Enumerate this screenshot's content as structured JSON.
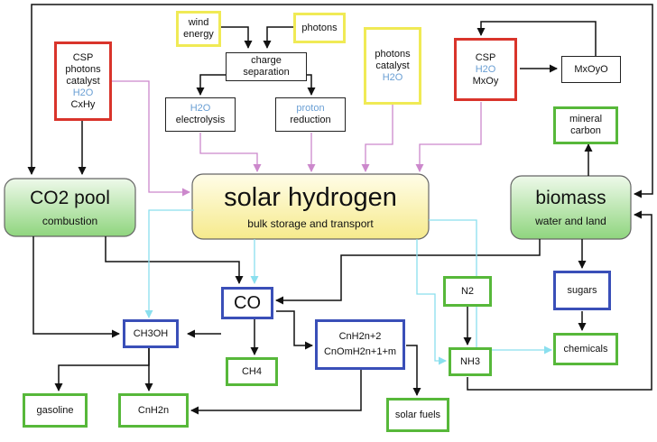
{
  "nodes": {
    "csp_left": {
      "lines": [
        "CSP",
        "photons",
        "catalyst",
        "H2O",
        "CxHy"
      ]
    },
    "wind": {
      "lines": [
        "wind",
        "energy"
      ]
    },
    "photons_top": {
      "label": "photons"
    },
    "charge_sep": {
      "lines": [
        "charge",
        "separation"
      ]
    },
    "electrolysis": {
      "lines": [
        "H2O",
        "electrolysis"
      ]
    },
    "proton_red": {
      "lines": [
        "proton",
        "reduction"
      ]
    },
    "photons_cat": {
      "lines": [
        "photons",
        "catalyst",
        "H2O"
      ]
    },
    "csp_right": {
      "lines": [
        "CSP",
        "H2O",
        "MxOy"
      ]
    },
    "mxoyo": {
      "label": "MxOyO"
    },
    "mineral": {
      "lines": [
        "mineral",
        "carbon"
      ]
    },
    "co2pool": {
      "title": "CO2 pool",
      "subtitle": "combustion"
    },
    "solar_h2": {
      "title": "solar hydrogen",
      "subtitle": "bulk storage and transport"
    },
    "biomass": {
      "title": "biomass",
      "subtitle": "water and land"
    },
    "co": {
      "label": "CO"
    },
    "ch3oh": {
      "label": "CH3OH"
    },
    "ch4": {
      "label": "CH4"
    },
    "cnh2n2": {
      "lines": [
        "CnH2n+2",
        "CnOmH2n+1+m"
      ]
    },
    "n2": {
      "label": "N2"
    },
    "nh3": {
      "label": "NH3"
    },
    "sugars": {
      "label": "sugars"
    },
    "chemicals": {
      "label": "chemicals"
    },
    "gasoline": {
      "label": "gasoline"
    },
    "cnh2n": {
      "label": "CnH2n"
    },
    "solar_fuels": {
      "label": "solar fuels"
    }
  },
  "colors": {
    "red_border": "#d9342b",
    "yellow_border": "#f0ea55",
    "green_border": "#57b83a",
    "blue_border": "#3a4fb8",
    "pink_arrow": "#cc88cc",
    "cyan_arrow": "#8adfee",
    "black_arrow": "#111111",
    "h2_fill": "#fbf3b0",
    "green_fill": "#a8dc9a"
  }
}
